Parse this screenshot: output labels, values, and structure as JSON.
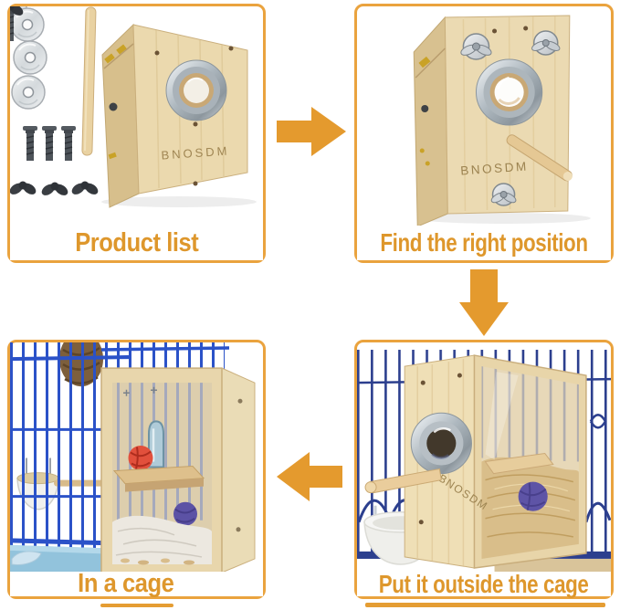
{
  "brand_engraving": "BNOSDM",
  "steps": {
    "product_list": {
      "caption": "Product list"
    },
    "find_position": {
      "caption": "Find the right position"
    },
    "outside_cage": {
      "caption": "Put it outside the cage"
    },
    "in_cage": {
      "caption": "In a cage"
    }
  },
  "arrows": {
    "top_middle": "arrow-right",
    "right_middle": "arrow-down",
    "bottom_middle": "arrow-left"
  },
  "colors": {
    "accent_orange": "#E49A2E",
    "panel_border_orange": "#EAA33E",
    "caption_orange": "#DE972C",
    "wood_light": "#EBD9AE",
    "wood_side": "#D7BF8C",
    "chrome_ring": "#C6CDD2",
    "cage_blue": "#2B52C8",
    "cage_navy": "#2C3F8E",
    "tray_blue": "#92C3DC",
    "red_ball": "#E2503C",
    "purple_ball": "#5E54A6",
    "hay_tan": "#D9BE8A"
  },
  "photo_contents": {
    "product_list": [
      "metal-washer x3",
      "wooden-perch-stick",
      "machine-screw x3",
      "wing-nut x3",
      "wooden-nest-box",
      "chrome-entrance-ring"
    ],
    "find_position": [
      "nest-box-front",
      "wing-nut-bolts-fitted x2",
      "chrome-entrance-ring",
      "perch-installed",
      "bottom-wing-nut"
    ],
    "in_cage": [
      "blue-wire-cage",
      "feeder-cup",
      "wood-perch",
      "wicker-toy",
      "nest-box-with-acrylic-front",
      "mirror",
      "red-wicker-ball",
      "wooden-shelf",
      "purple-wicker-ball",
      "nesting-fluff",
      "blue-tray"
    ],
    "outside_cage": [
      "navy-wire-cage",
      "white-seed-cup",
      "nest-box-mounted-outside",
      "chrome-entrance-ring",
      "perch-through-bars",
      "nesting-hay",
      "purple-wicker-ball",
      "wooden-shelf"
    ]
  }
}
